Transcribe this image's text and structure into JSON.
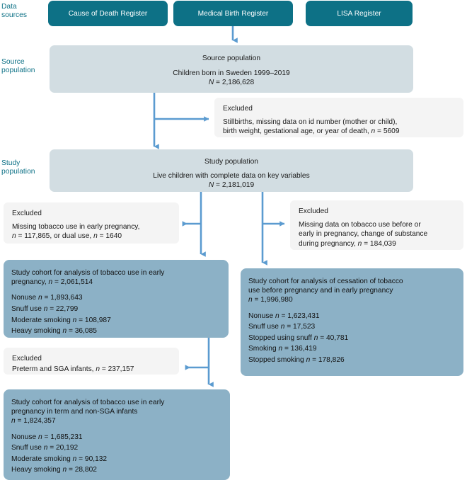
{
  "colors": {
    "register_box": "#0d7186",
    "population_box": "#d2dde2",
    "cohort_box": "#8cb1c6",
    "excluded_box": "#f4f4f4",
    "arrow": "#5b9bd0",
    "stage_label": "#0d7186"
  },
  "stages": {
    "data_sources": "Data\nsources",
    "source_population": "Source\npopulation",
    "study_population": "Study\npopulation"
  },
  "registers": [
    {
      "label": "Cause of Death Register"
    },
    {
      "label": "Medical Birth Register"
    },
    {
      "label": "LISA Register"
    }
  ],
  "source_population": {
    "title": "Source population",
    "line1": "Children born in Sweden 1999–2019",
    "line2_italic": "N",
    "line2_rest": " = 2,186,628"
  },
  "study_population": {
    "title": "Study population",
    "line1": "Live children with complete data on key variables",
    "line2_italic": "N",
    "line2_rest": " = 2,181,019"
  },
  "excluded_1": {
    "head": "Excluded",
    "line1": "Stillbirths, missing data on id number (mother or child),",
    "line2_a": "birth weight, gestational age, or year of death, ",
    "line2_italic": "n",
    "line2_b": " = 5609"
  },
  "excluded_2": {
    "head": "Excluded",
    "line1": "Missing tobacco use in early pregnancy,",
    "line2_italic_a": "n",
    "line2_a": " = 117,865, or dual use, ",
    "line2_italic_b": "n",
    "line2_b": " = 1640"
  },
  "excluded_3": {
    "head": "Excluded",
    "line1": "Missing data on tobacco use before or",
    "line2": "early in pregnancy, change of substance",
    "line3_a": "during pregnancy, ",
    "line3_italic": "n",
    "line3_b": " = 184,039"
  },
  "excluded_4": {
    "head": "Excluded",
    "line1_a": "Preterm and SGA infants, ",
    "line1_italic": "n",
    "line1_b": " = 237,157"
  },
  "cohort_early": {
    "head_line1": "Study cohort for analysis of tobacco use in early",
    "head_line2_a": "pregnancy, ",
    "head_line2_italic": "n",
    "head_line2_b": " = 2,061,514",
    "rows": [
      {
        "label": "Nonuse ",
        "italic": "n",
        "value": " = 1,893,643"
      },
      {
        "label": "Snuff use ",
        "italic": "n",
        "value": " = 22,799"
      },
      {
        "label": "Moderate smoking ",
        "italic": "n",
        "value": " = 108,987"
      },
      {
        "label": "Heavy smoking ",
        "italic": "n",
        "value": " = 36,085"
      }
    ]
  },
  "cohort_cessation": {
    "head_line1": "Study cohort for analysis of cessation of tobacco",
    "head_line2": "use before pregnancy and in early pregnancy",
    "head_line3_italic": "n",
    "head_line3_rest": " = 1,996,980",
    "rows": [
      {
        "label": "Nonuse ",
        "italic": "n",
        "value": " = 1,623,431"
      },
      {
        "label": "Snuff use ",
        "italic": "n",
        "value": " = 17,523"
      },
      {
        "label": "Stopped using snuff ",
        "italic": "n",
        "value": " = 40,781"
      },
      {
        "label": "Smoking ",
        "italic": "n",
        "value": " = 136,419"
      },
      {
        "label": "Stopped smoking ",
        "italic": "n",
        "value": " = 178,826"
      }
    ]
  },
  "cohort_term": {
    "head_line1": "Study cohort for analysis of tobacco use in early",
    "head_line2": "pregnancy in term and non-SGA infants",
    "head_line3_italic": "n",
    "head_line3_rest": " = 1,824,357",
    "rows": [
      {
        "label": "Nonuse ",
        "italic": "n",
        "value": " = 1,685,231"
      },
      {
        "label": "Snuff use ",
        "italic": "n",
        "value": " = 20,192"
      },
      {
        "label": "Moderate smoking ",
        "italic": "n",
        "value": " = 90,132"
      },
      {
        "label": "Heavy smoking ",
        "italic": "n",
        "value": " = 28,802"
      }
    ]
  }
}
